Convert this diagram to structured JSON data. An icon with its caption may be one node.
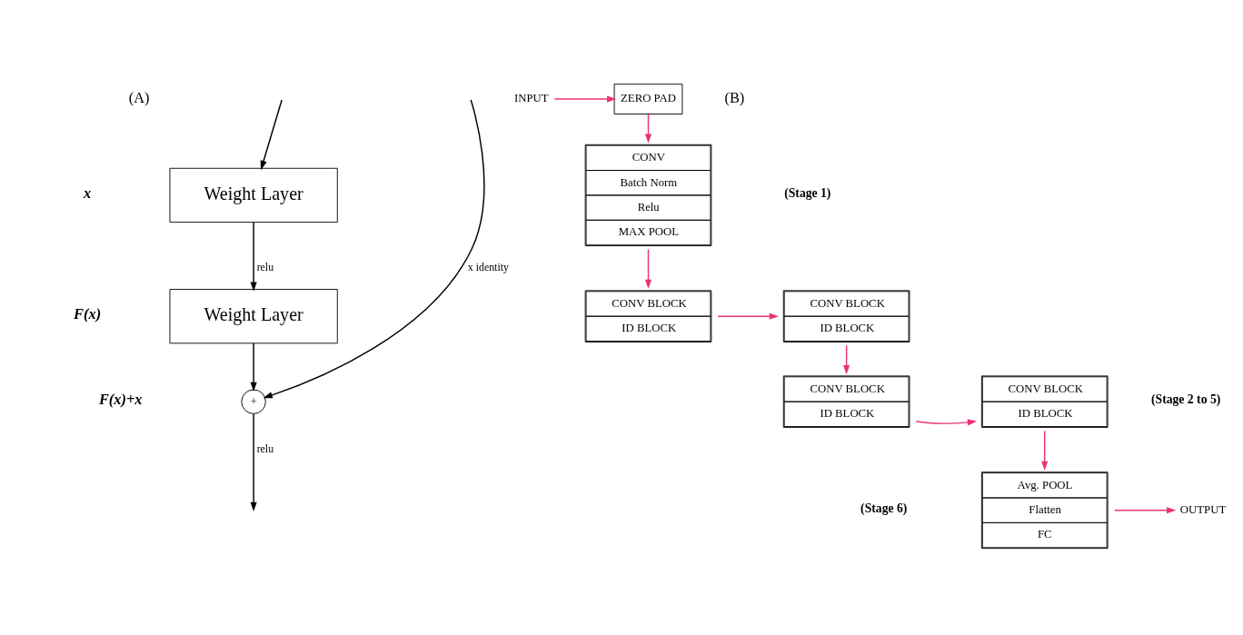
{
  "diagram": {
    "nodes": [
      {
        "text": [
          "Weight Layer"
        ]
      },
      {
        "text": [
          "Weight Layer"
        ]
      },
      {
        "text": [
          "+"
        ]
      },
      {
        "text": [
          "INPUT"
        ]
      },
      {
        "text": [
          "ZERO PAD"
        ]
      },
      {
        "text": [
          "CONV",
          "Batch Norm",
          "Relu",
          "MAX POOL"
        ]
      },
      {
        "text": [
          "CONV BLOCK",
          "ID BLOCK"
        ]
      },
      {
        "text": [
          "CONV BLOCK",
          "ID BLOCK"
        ]
      },
      {
        "text": [
          "CONV BLOCK",
          "ID BLOCK"
        ]
      },
      {
        "text": [
          "CONV BLOCK",
          "ID BLOCK"
        ]
      },
      {
        "text": [
          "Avg. POOL",
          "Flatten",
          "FC"
        ]
      },
      {
        "text": [
          "OUTPUT"
        ]
      }
    ],
    "edges": [
      {
        "from": null,
        "to": 0,
        "arrow": "to",
        "color": "#000000"
      },
      {
        "from": 0,
        "to": 1,
        "arrow": "to",
        "label": "relu",
        "color": "#000000"
      },
      {
        "from": 1,
        "to": 2,
        "arrow": "to",
        "color": "#000000"
      },
      {
        "from": null,
        "to": 2,
        "arrow": "to",
        "label": "x identity",
        "color": "#000000"
      },
      {
        "from": 2,
        "to": null,
        "arrow": "to",
        "label": "relu",
        "color": "#000000"
      },
      {
        "from": 3,
        "to": 4,
        "arrow": "to"
      },
      {
        "from": 4,
        "to": 5,
        "arrow": "to"
      },
      {
        "from": 5,
        "to": 6,
        "arrow": "to"
      },
      {
        "from": 6,
        "to": 7,
        "arrow": "to"
      },
      {
        "from": 7,
        "to": 8,
        "arrow": "to"
      },
      {
        "from": 8,
        "to": 9,
        "arrow": "to"
      },
      {
        "from": 9,
        "to": 10,
        "arrow": "to"
      },
      {
        "from": 10,
        "to": 11,
        "arrow": "to"
      }
    ],
    "labels": [
      "(A)",
      "x",
      "F(x)",
      "F(x)+x",
      "(B)",
      "(Stage 1)",
      "(Stage 2 to 5)",
      "(Stage 6)"
    ]
  }
}
